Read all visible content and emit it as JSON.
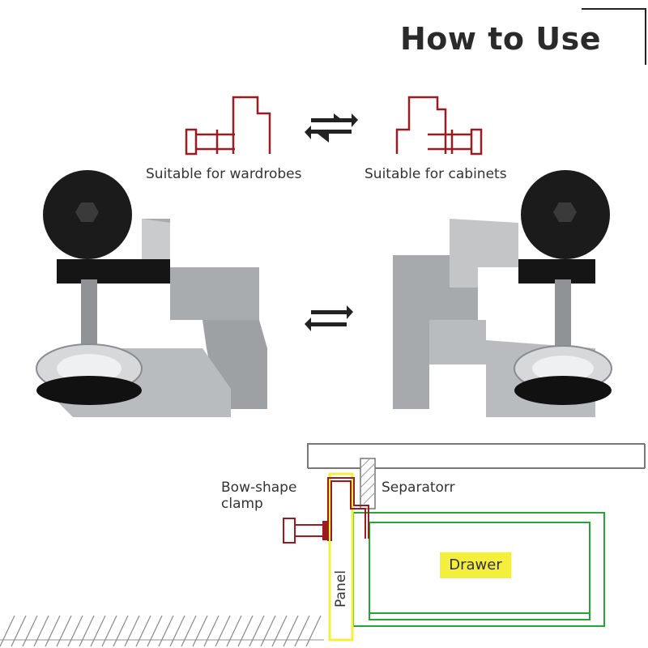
{
  "header": {
    "title": "How to Use"
  },
  "usage": {
    "left_caption": "Suitable for wardrobes",
    "right_caption": "Suitable for cabinets",
    "swap_icon": "swap-arrows-icon"
  },
  "diagram": {
    "clamp_label_line1": "Bow-shape",
    "clamp_label_line2": "clamp",
    "separator_label": "Separatorr",
    "drawer_label": "Drawer",
    "panel_label": "Panel"
  },
  "colors": {
    "clamp_line": "#9b1c20",
    "drawer_green": "#27a33a",
    "panel_yellow": "#f4ee3f",
    "metal": "#b9bcbf"
  }
}
